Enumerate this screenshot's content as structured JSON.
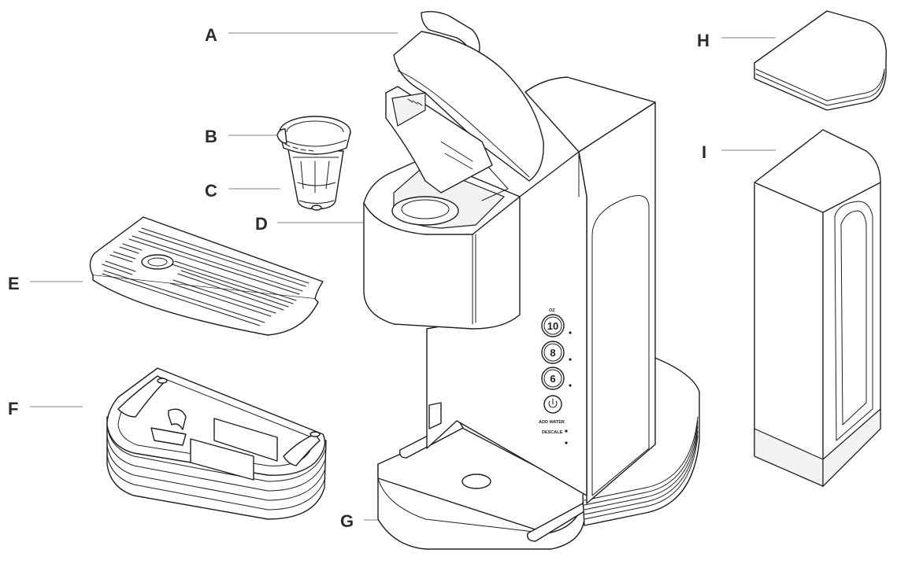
{
  "callouts": {
    "a": "A",
    "b": "B",
    "c": "C",
    "d": "D",
    "e": "E",
    "f": "F",
    "g": "G",
    "h": "H",
    "i": "I"
  },
  "control_panel": {
    "unit_label": "OZ",
    "btn_10": "10",
    "btn_8": "8",
    "btn_6": "6",
    "add_water": "ADD WATER",
    "descale": "DESCALE"
  }
}
